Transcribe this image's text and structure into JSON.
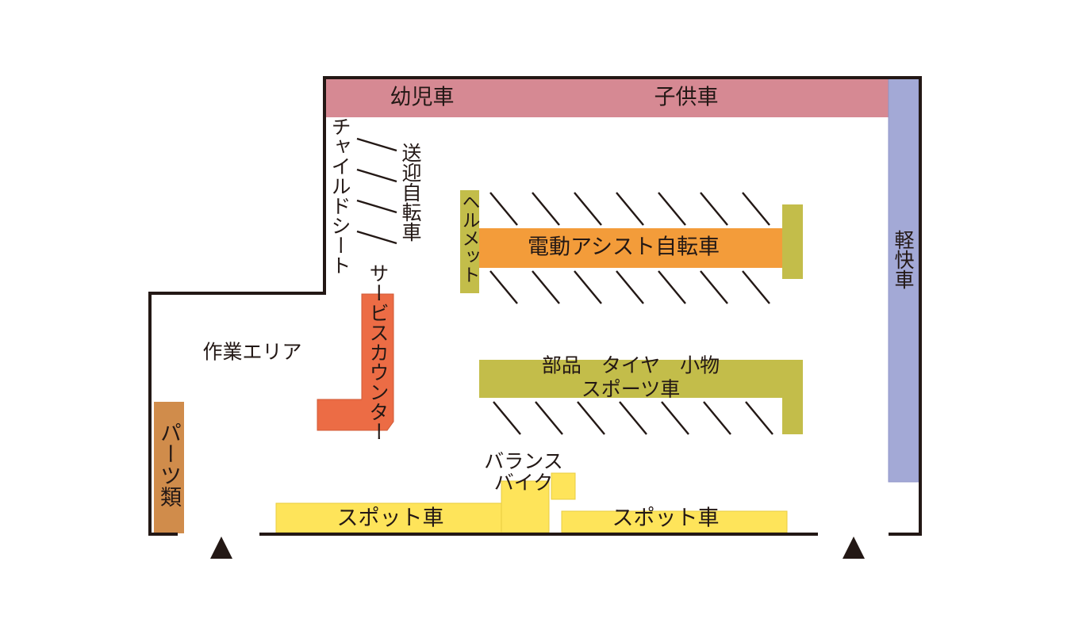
{
  "map": {
    "colors": {
      "wall": "#231815",
      "pink": "#d68993",
      "lavender": "#a3a9d6",
      "olive": "#c3bd4a",
      "orange": "#f39c3a",
      "service": "#ec6c45",
      "parts": "#d08c4b",
      "yellow": "#fee45a"
    },
    "zones": {
      "infant": "幼児車",
      "kids": "子供車",
      "child_seat": "チャイルドシート",
      "pickup_bike": "送迎自転車",
      "helmet": "ヘルメット",
      "e_assist": "電動アシスト自転車",
      "light_bike": "軽快車",
      "service_counter": "サービスカウンター",
      "work_area": "作業エリア",
      "parts_tires": "部品　タイヤ　小物",
      "sports": "スポーツ車",
      "parts_side": "パーツ類",
      "balance_bike_1": "バランス",
      "balance_bike_2": "バイク",
      "spot_left": "スポット車",
      "spot_right": "スポット車"
    }
  }
}
